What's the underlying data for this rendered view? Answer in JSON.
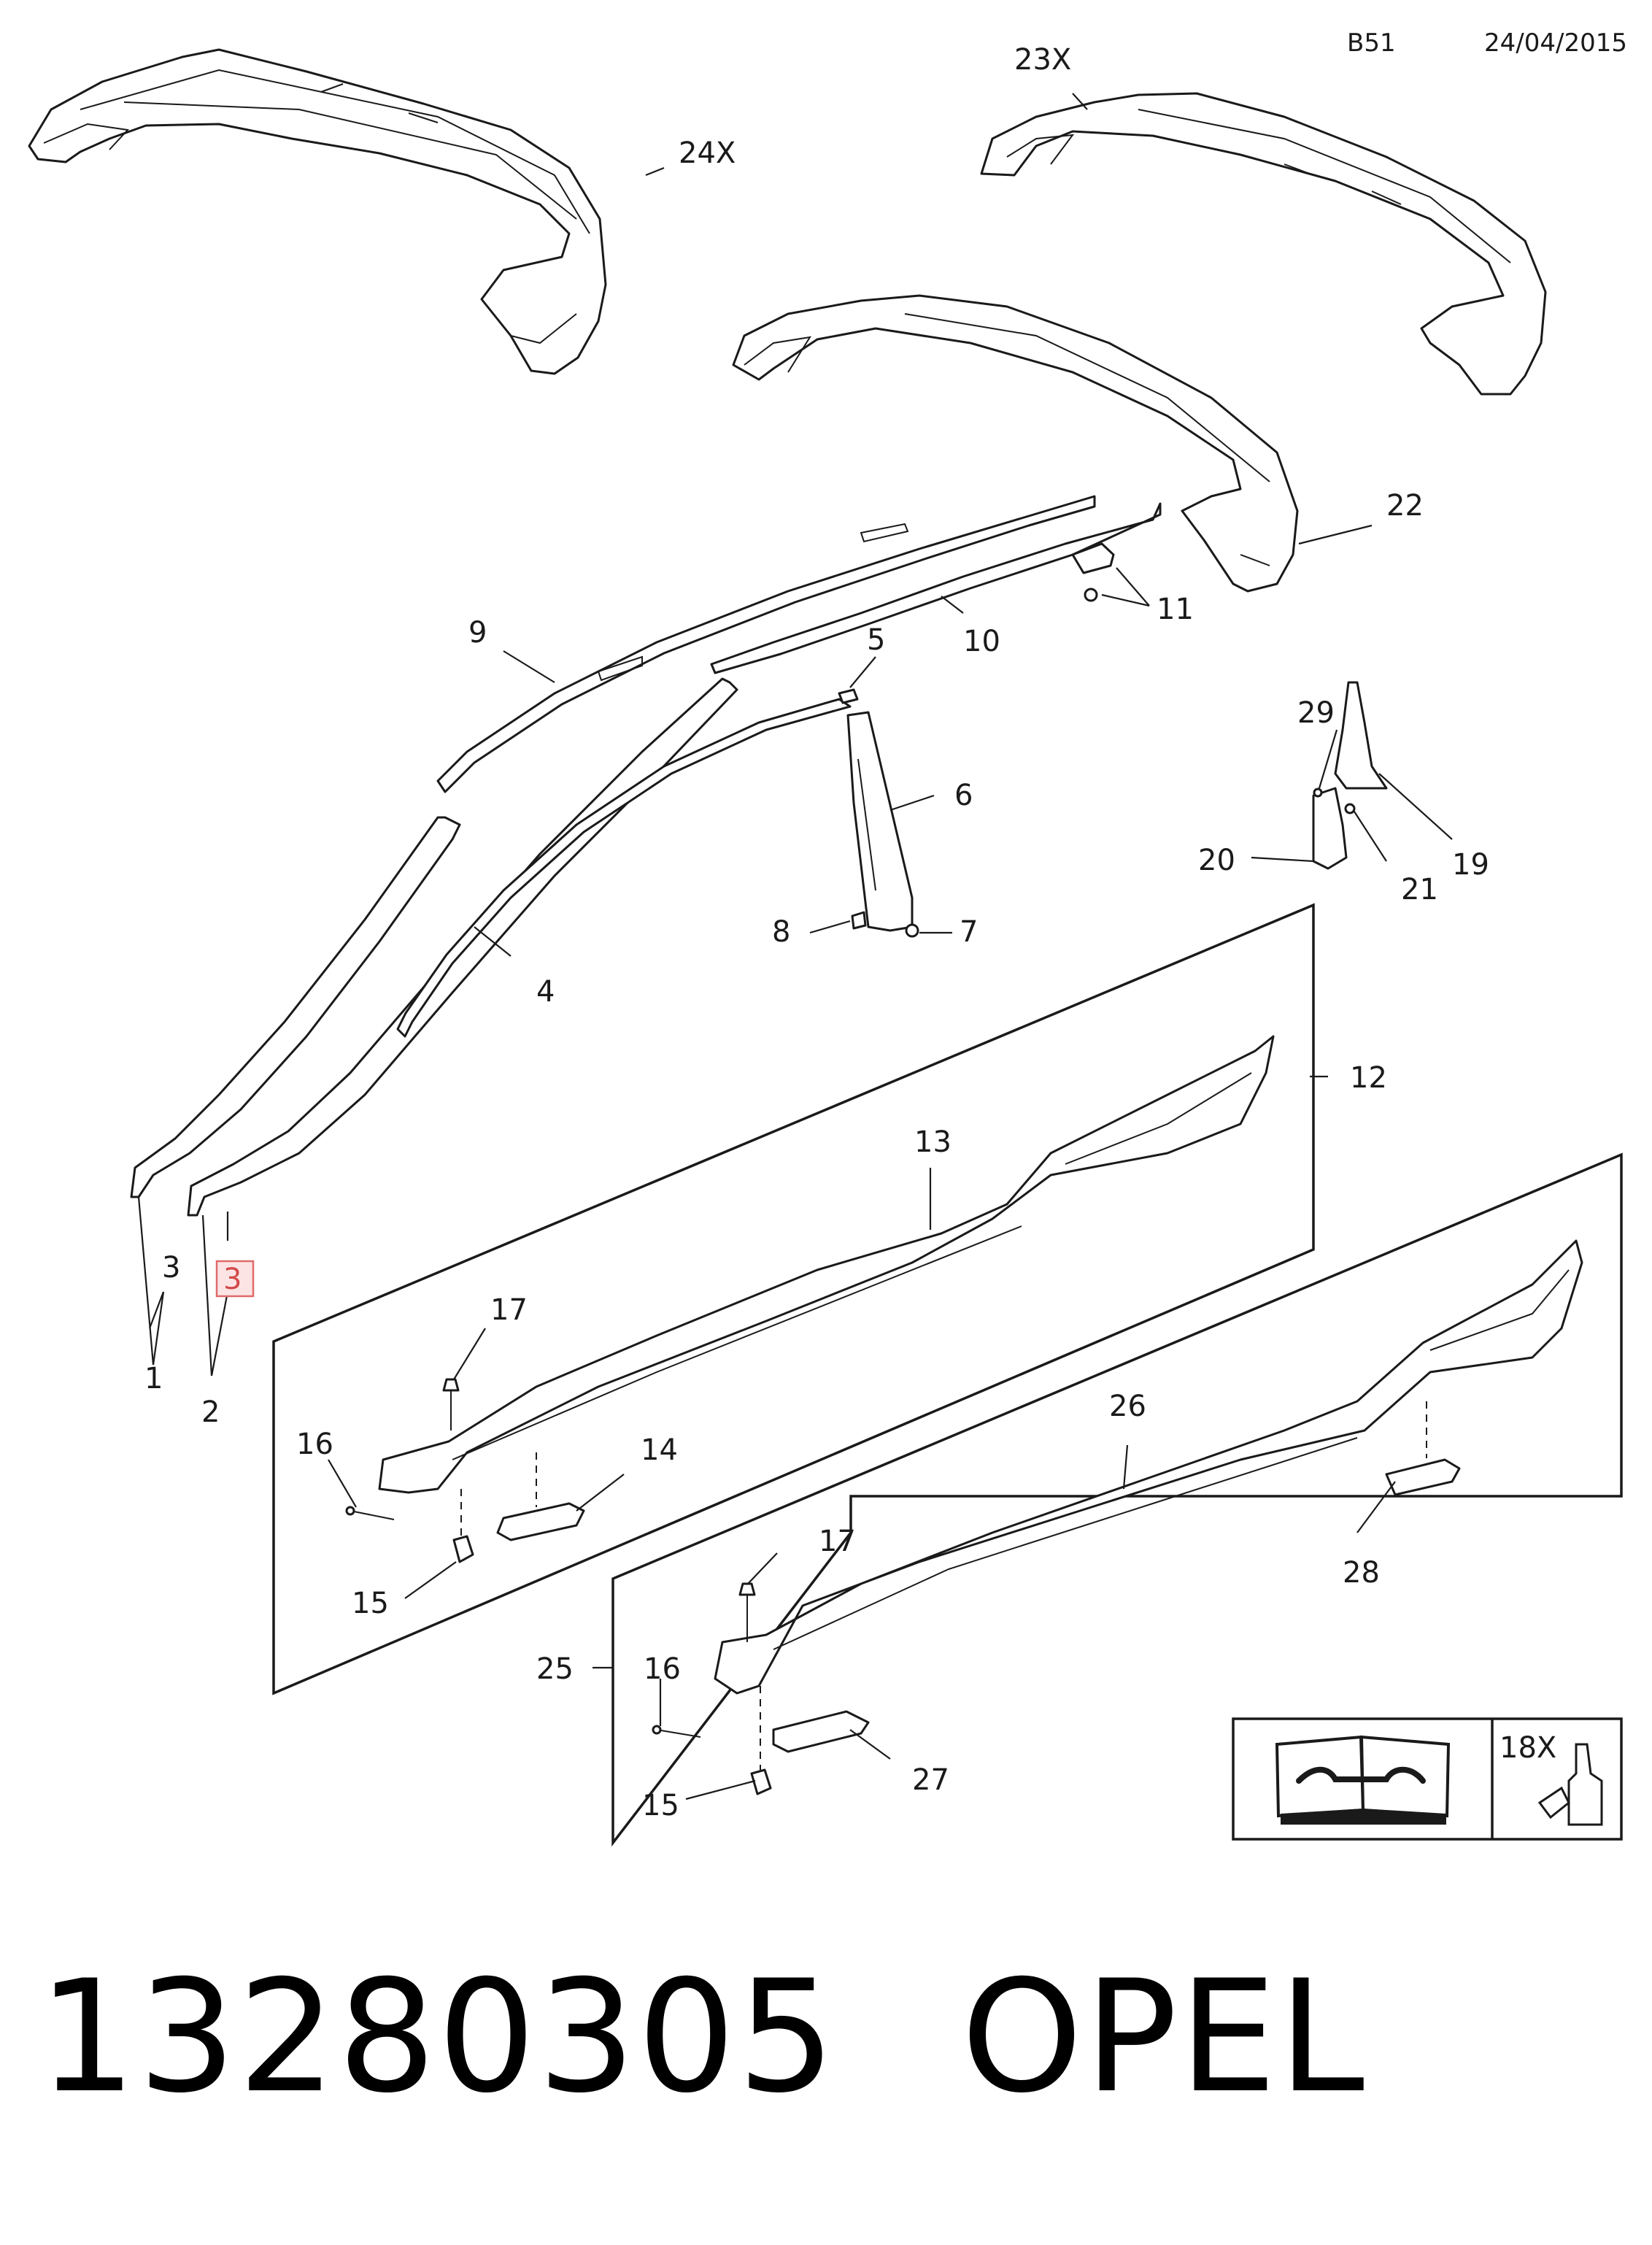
{
  "header": {
    "code": "B51",
    "date": "24/04/2015"
  },
  "callouts": {
    "c1": "1",
    "c2": "2",
    "c3a": "3",
    "c3b": "3",
    "c4": "4",
    "c5": "5",
    "c6": "6",
    "c7": "7",
    "c8": "8",
    "c9": "9",
    "c10": "10",
    "c11": "11",
    "c12": "12",
    "c13": "13",
    "c14": "14",
    "c15a": "15",
    "c15b": "15",
    "c16a": "16",
    "c16b": "16",
    "c17a": "17",
    "c17b": "17",
    "c18": "18X",
    "c19": "19",
    "c20": "20",
    "c21": "21",
    "c22": "22",
    "c23": "23X",
    "c24": "24X",
    "c25": "25",
    "c26": "26",
    "c27": "27",
    "c28": "28",
    "c29": "29"
  },
  "highlighted_callout": "3",
  "icons": [
    "repair-manual-icon",
    "adhesive-bottle-icon"
  ],
  "footer": {
    "part_number": "13280305",
    "brand": "OPEL"
  }
}
